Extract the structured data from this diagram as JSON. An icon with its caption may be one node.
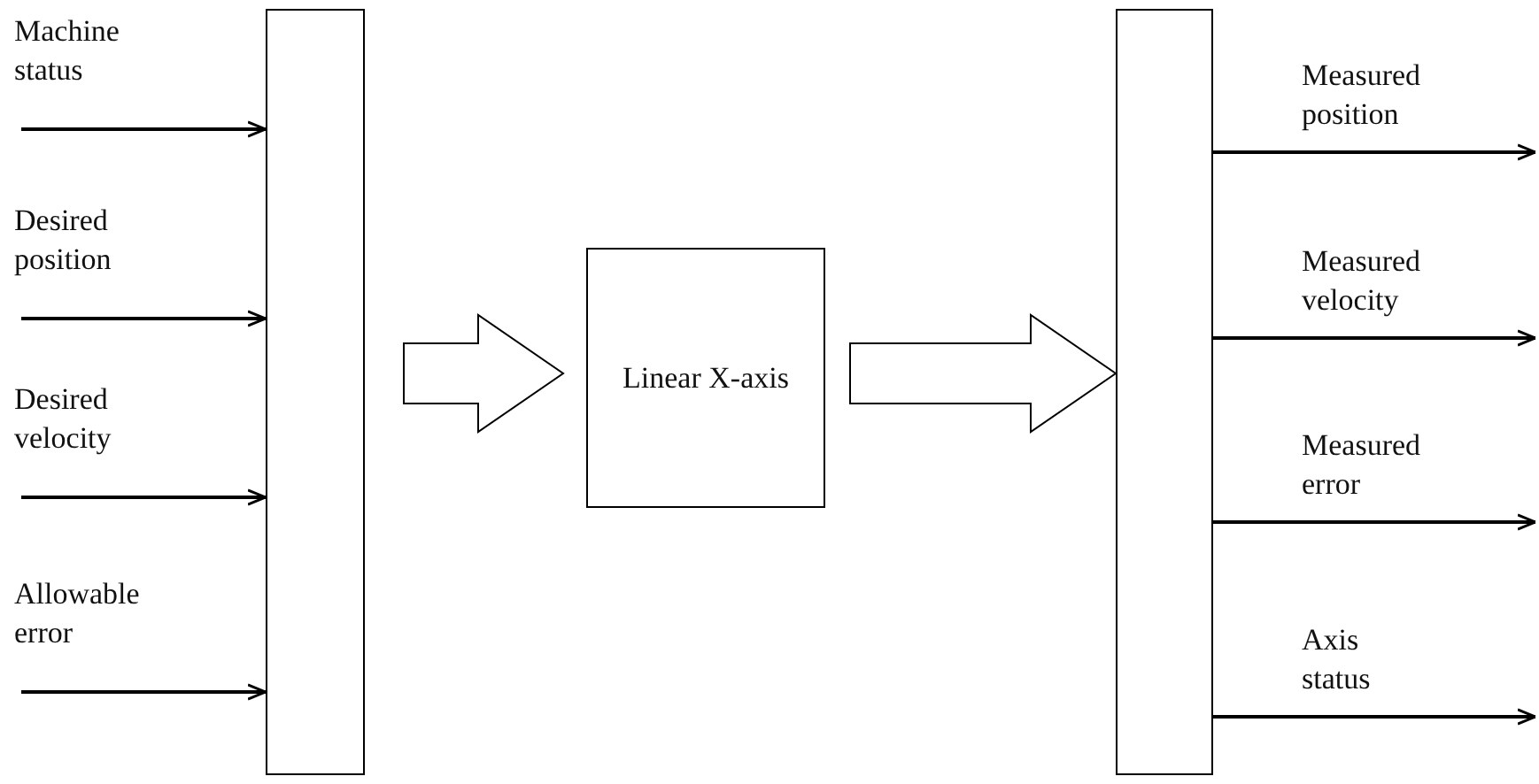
{
  "diagram": {
    "nodes": [
      {
        "text": [],
        "shape": "box"
      },
      {
        "text": [
          "Linear X-axis"
        ]
      },
      {
        "text": [],
        "shape": "box"
      }
    ],
    "edges": [
      {
        "from": null,
        "to": 0,
        "arrow": "to",
        "label": "Machine status"
      },
      {
        "from": null,
        "to": 0,
        "arrow": "to",
        "label": "Desired position"
      },
      {
        "from": null,
        "to": 0,
        "arrow": "to",
        "label": "Desired velocity"
      },
      {
        "from": null,
        "to": 0,
        "arrow": "to",
        "label": "Allowable error"
      },
      {
        "from": 0,
        "to": 1,
        "arrow": "to",
        "style": "thick"
      },
      {
        "from": 1,
        "to": 2,
        "arrow": "to",
        "style": "thick"
      },
      {
        "from": 2,
        "to": null,
        "arrow": "to",
        "label": "Measured position"
      },
      {
        "from": 2,
        "to": null,
        "arrow": "to",
        "label": "Measured velocity"
      },
      {
        "from": 2,
        "to": null,
        "arrow": "to",
        "label": "Measured error"
      },
      {
        "from": 2,
        "to": null,
        "arrow": "to",
        "label": "Axis status"
      }
    ]
  }
}
